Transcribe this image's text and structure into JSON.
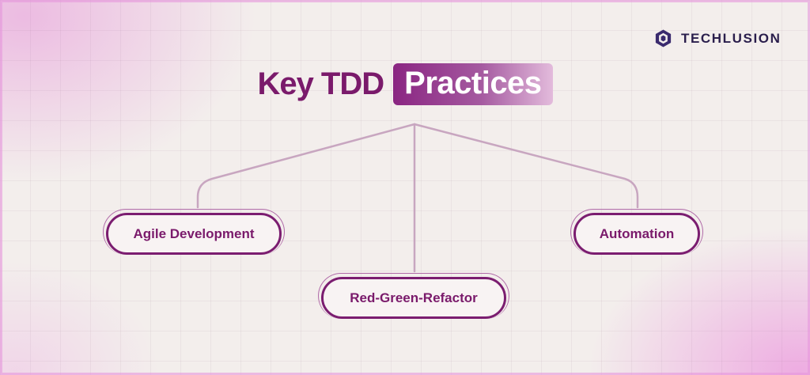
{
  "brand": {
    "name": "TECHLUSION",
    "icon": "techlusion-logo-icon",
    "color": "#2a1e4c"
  },
  "title": {
    "part1": "Key TDD",
    "part2": "Practices"
  },
  "colors": {
    "accent": "#7a1a6b",
    "connector": "#c8a6c0",
    "background": "#f3eeec",
    "glow": "#ec96de"
  },
  "nodes": [
    {
      "label": "Agile Development"
    },
    {
      "label": "Red-Green-Refactor"
    },
    {
      "label": "Automation"
    }
  ]
}
